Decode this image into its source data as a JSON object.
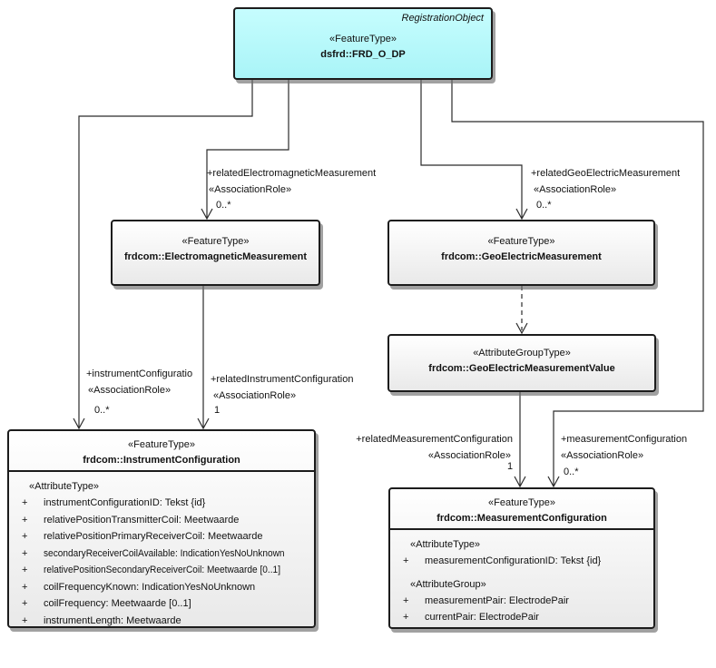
{
  "diagram": {
    "colors": {
      "highlight_node_fill": "#b5fbfc",
      "node_fill": "#ffffff",
      "line": "#2b2b2b"
    },
    "classes": {
      "frd": {
        "tag": "RegistrationObject",
        "stereotype": "«FeatureType»",
        "name": "dsfrd::FRD_O_DP"
      },
      "em": {
        "stereotype": "«FeatureType»",
        "name": "frdcom::ElectromagneticMeasurement"
      },
      "gem": {
        "stereotype": "«FeatureType»",
        "name": "frdcom::GeoElectricMeasurement"
      },
      "gemv": {
        "stereotype": "«AttributeGroupType»",
        "name": "frdcom::GeoElectricMeasurementValue"
      },
      "ic": {
        "stereotype": "«FeatureType»",
        "name": "frdcom::InstrumentConfiguration",
        "sections": [
          {
            "stereotype": "«AttributeType»",
            "attributes": [
              {
                "vis": "+",
                "text": "instrumentConfigurationID: Tekst {id}"
              },
              {
                "vis": "+",
                "text": "relativePositionTransmitterCoil: Meetwaarde"
              },
              {
                "vis": "+",
                "text": "relativePositionPrimaryReceiverCoil: Meetwaarde"
              },
              {
                "vis": "+",
                "text": "secondaryReceiverCoilAvailable: IndicationYesNoUnknown"
              },
              {
                "vis": "+",
                "text": "relativePositionSecondaryReceiverCoil: Meetwaarde [0..1]"
              },
              {
                "vis": "+",
                "text": "coilFrequencyKnown: IndicationYesNoUnknown"
              },
              {
                "vis": "+",
                "text": "coilFrequency: Meetwaarde [0..1]"
              },
              {
                "vis": "+",
                "text": "instrumentLength: Meetwaarde"
              }
            ]
          }
        ]
      },
      "mc": {
        "stereotype": "«FeatureType»",
        "name": "frdcom::MeasurementConfiguration",
        "sections": [
          {
            "stereotype": "«AttributeType»",
            "attributes": [
              {
                "vis": "+",
                "text": "measurementConfigurationID: Tekst {id}"
              }
            ]
          },
          {
            "stereotype": "«AttributeGroup»",
            "attributes": [
              {
                "vis": "+",
                "text": "measurementPair: ElectrodePair"
              },
              {
                "vis": "+",
                "text": "currentPair: ElectrodePair"
              }
            ]
          }
        ]
      }
    },
    "connector_labels": {
      "related_em": {
        "role": "+relatedElectromagneticMeasurement",
        "stereotype": "«AssociationRole»",
        "multiplicity": "0..*"
      },
      "related_gem": {
        "role": "+relatedGeoElectricMeasurement",
        "stereotype": "«AssociationRole»",
        "multiplicity": "0..*"
      },
      "instrument_config": {
        "role": "+instrumentConfiguratio",
        "stereotype": "«AssociationRole»",
        "multiplicity": "0..*"
      },
      "related_instrument_config": {
        "role": "+relatedInstrumentConfiguration",
        "stereotype": "«AssociationRole»",
        "multiplicity": "1"
      },
      "related_measurement_config": {
        "role": "+relatedMeasurementConfiguration",
        "stereotype": "«AssociationRole»",
        "multiplicity": "1"
      },
      "measurement_config": {
        "role": "+measurementConfiguration",
        "stereotype": "«AssociationRole»",
        "multiplicity": "0..*"
      }
    }
  }
}
